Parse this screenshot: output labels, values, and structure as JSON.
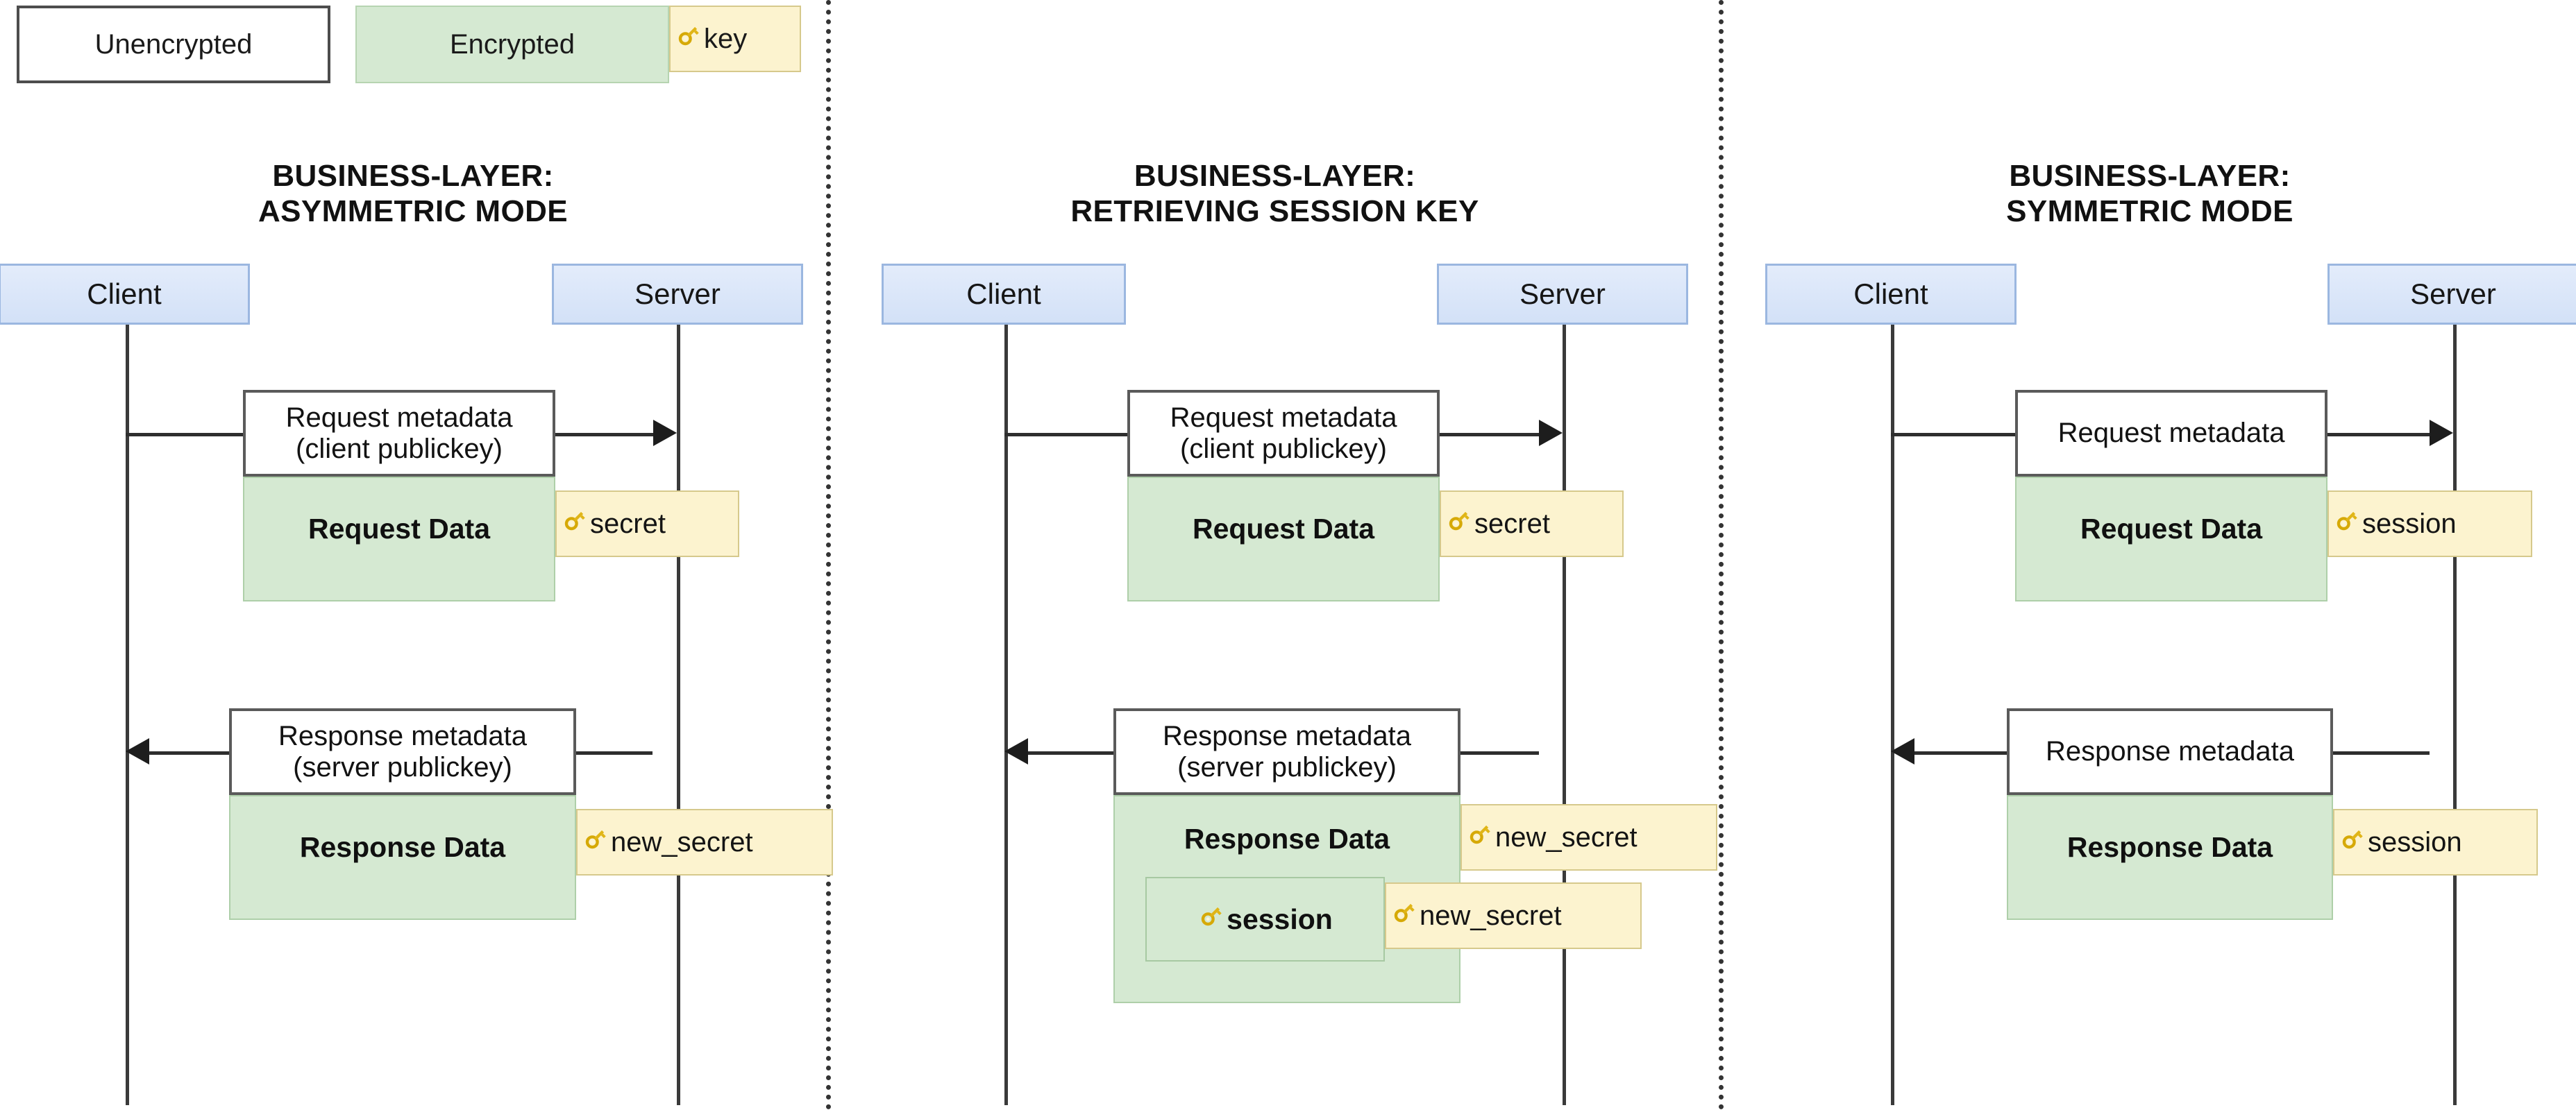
{
  "legend": {
    "unencrypted": "Unencrypted",
    "encrypted": "Encrypted",
    "key": "key",
    "key_icon": "key-icon",
    "colors": {
      "unencrypted_fill": "#ffffff",
      "unencrypted_border": "#4d4d4d",
      "encrypted_fill": "#d5e9d2",
      "encrypted_border": "#b6d4b1",
      "key_fill": "#fcf3cf",
      "key_border": "#d6c98c",
      "actor_fill": "#d3e1f7",
      "actor_border": "#9bb7e0",
      "lifeline": "#3a3a3a",
      "separator": "#333333"
    }
  },
  "panels": [
    {
      "title_line1": "BUSINESS-LAYER:",
      "title_line2": "ASYMMETRIC MODE",
      "client": "Client",
      "server": "Server",
      "request": {
        "metadata_line1": "Request metadata",
        "metadata_line2": "(client publickey)",
        "data_label": "Request Data",
        "key_label": "secret"
      },
      "response": {
        "metadata_line1": "Response metadata",
        "metadata_line2": "(server publickey)",
        "data_label": "Response Data",
        "key_label": "new_secret"
      }
    },
    {
      "title_line1": "BUSINESS-LAYER:",
      "title_line2": "RETRIEVING SESSION KEY",
      "client": "Client",
      "server": "Server",
      "request": {
        "metadata_line1": "Request metadata",
        "metadata_line2": "(client publickey)",
        "data_label": "Request Data",
        "key_label": "secret"
      },
      "response": {
        "metadata_line1": "Response metadata",
        "metadata_line2": "(server publickey)",
        "data_label": "Response Data",
        "key_label": "new_secret",
        "inner_label": "session",
        "inner_key_label": "new_secret"
      }
    },
    {
      "title_line1": "BUSINESS-LAYER:",
      "title_line2": "SYMMETRIC MODE",
      "client": "Client",
      "server": "Server",
      "request": {
        "metadata_line1": "Request metadata",
        "metadata_line2": "",
        "data_label": "Request Data",
        "key_label": "session"
      },
      "response": {
        "metadata_line1": "Response metadata",
        "metadata_line2": "",
        "data_label": "Response Data",
        "key_label": "session"
      }
    }
  ]
}
